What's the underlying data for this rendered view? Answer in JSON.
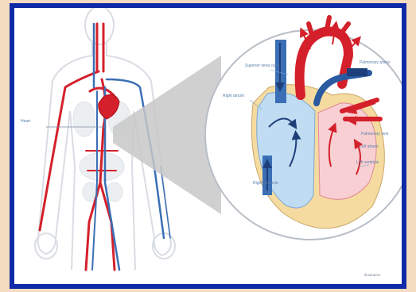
{
  "diagram": {
    "colors": {
      "frame_border": "#0f2aa6",
      "background": "#f3dcc0",
      "artery": "#d4202a",
      "vein": "#3b6fb5",
      "right_heart": "#bfdcf3",
      "left_heart": "#f8cfd3",
      "heart_wall": "#f5dba0",
      "magnifier_cone": "#c8c8c8"
    },
    "labels": {
      "left_callout": "Heart",
      "superior_vena_cava": "Superior vena cava",
      "right_atrium": "Right atrium",
      "pulmonary_artery": "Pulmonary artery",
      "pulmonary_vein": "Pulmonary vein",
      "left_atrium": "Left atrium",
      "left_ventricle": "Left ventricle",
      "right_ventricle": "Right ventricle",
      "credit": "Illustration"
    },
    "icons": {
      "blood_flow_arrow": "arrow-icon",
      "magnifier": "magnifier-circle"
    }
  }
}
